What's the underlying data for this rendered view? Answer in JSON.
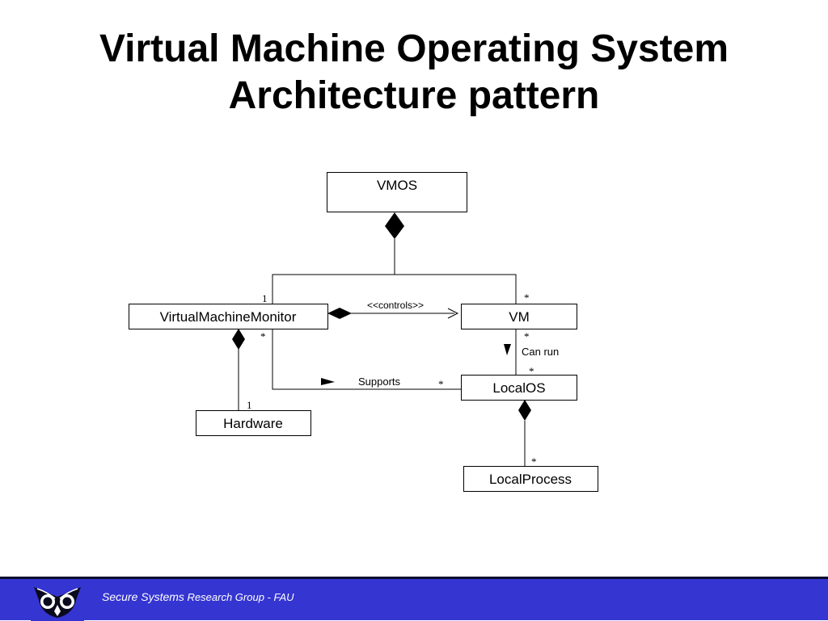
{
  "slide": {
    "title_line1": "Virtual Machine Operating System",
    "title_line2": "Architecture pattern"
  },
  "diagram": {
    "classes": {
      "vmos": "VMOS",
      "vmm": "VirtualMachineMonitor",
      "vm": "VM",
      "hardware": "Hardware",
      "localos": "LocalOS",
      "localprocess": "LocalProcess"
    },
    "associations": {
      "controls": "<<controls>>",
      "supports": "Supports",
      "can_run": "Can run"
    },
    "multiplicities": {
      "vmm_top": "1",
      "vm_top": "*",
      "vmm_bottom": "*",
      "vm_bottom": "*",
      "localos_top": "*",
      "localos_left": "*",
      "hardware_top": "1",
      "localprocess_top": "*"
    }
  },
  "footer": {
    "text_part1": "Secure Systems",
    "text_part2": " Research Group - FAU",
    "background_color": "#3535d2",
    "logo_icon": "owl-logo-icon"
  }
}
